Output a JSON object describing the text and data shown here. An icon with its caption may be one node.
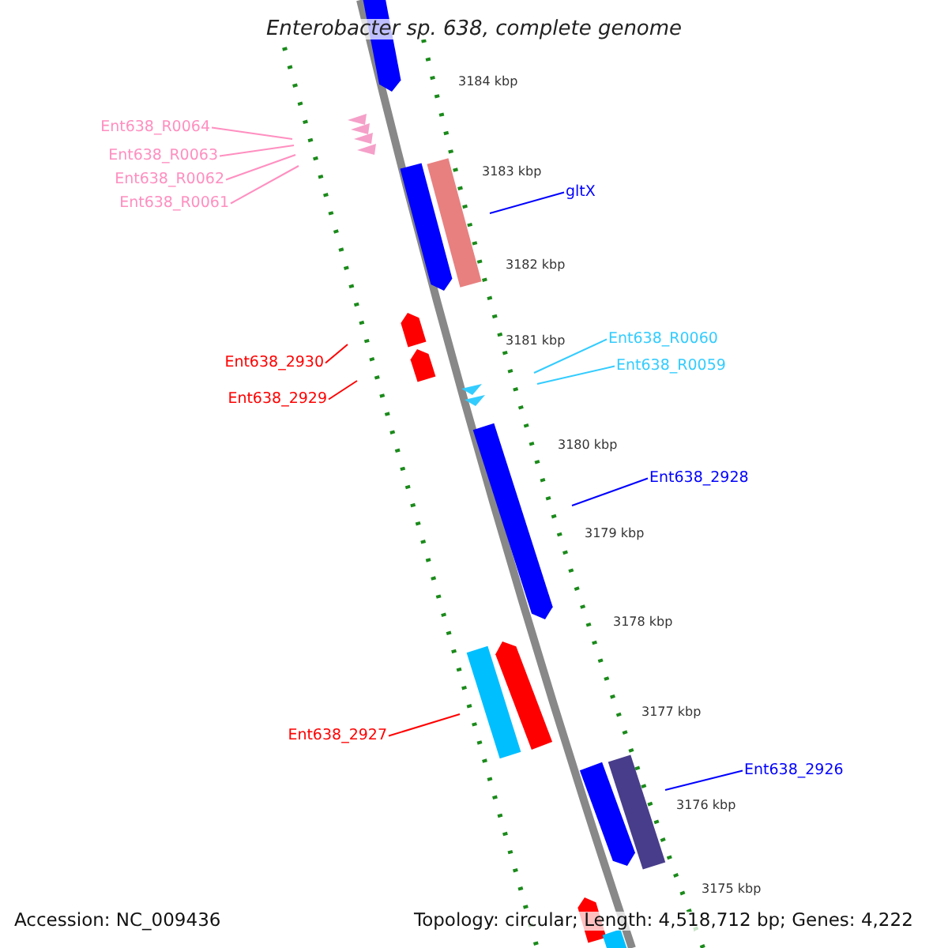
{
  "diagram": {
    "title": "Enterobacter sp. 638, complete genome",
    "nodes": [
      {
        "text": [
          "Ent638_R0064"
        ]
      },
      {
        "text": [
          "Ent638_R0063"
        ]
      },
      {
        "text": [
          "Ent638_R0062"
        ]
      },
      {
        "text": [
          "gltX"
        ]
      },
      {
        "text": [
          "Ent638_R0061"
        ]
      },
      {
        "text": [
          "Ent638_R0060"
        ]
      },
      {
        "text": [
          "Ent638_2930"
        ]
      },
      {
        "text": [
          "Ent638_R0059"
        ]
      },
      {
        "text": [
          "Ent638_2929"
        ]
      },
      {
        "text": [
          "Ent638_2928"
        ]
      },
      {
        "text": [
          "Ent638_2927"
        ]
      },
      {
        "text": [
          "Ent638_2926"
        ]
      }
    ],
    "edges": [
      {
        "from": 0,
        "to": null,
        "arrow": "none",
        "color": "#ff8fc0"
      },
      {
        "from": 1,
        "to": null,
        "arrow": "none",
        "color": "#ff8fc0"
      },
      {
        "from": 2,
        "to": null,
        "arrow": "none",
        "color": "#ff8fc0"
      },
      {
        "from": 3,
        "to": null,
        "arrow": "none",
        "color": "#0000ff"
      },
      {
        "from": 4,
        "to": null,
        "arrow": "none",
        "color": "#ff8fc0"
      },
      {
        "from": 5,
        "to": null,
        "arrow": "none",
        "color": "#33ccff"
      },
      {
        "from": 6,
        "to": null,
        "arrow": "none",
        "color": "#ff0000"
      },
      {
        "from": 7,
        "to": null,
        "arrow": "none",
        "color": "#33ccff"
      },
      {
        "from": 8,
        "to": null,
        "arrow": "none",
        "color": "#ff0000"
      },
      {
        "from": 9,
        "to": null,
        "arrow": "none",
        "color": "#0000ff"
      },
      {
        "from": 10,
        "to": null,
        "arrow": "none",
        "color": "#ff0000"
      },
      {
        "from": 11,
        "to": null,
        "arrow": "none",
        "color": "#0000ff"
      }
    ],
    "labels": [
      "3184 kbp",
      "3183 kbp",
      "3182 kbp",
      "3181 kbp",
      "3180 kbp",
      "3179 kbp",
      "3178 kbp",
      "3177 kbp",
      "3176 kbp",
      "3175 kbp",
      "Accession: NC_009436",
      "Topology: circular; Length: 4,518,712 bp; Genes: 4,222"
    ]
  }
}
